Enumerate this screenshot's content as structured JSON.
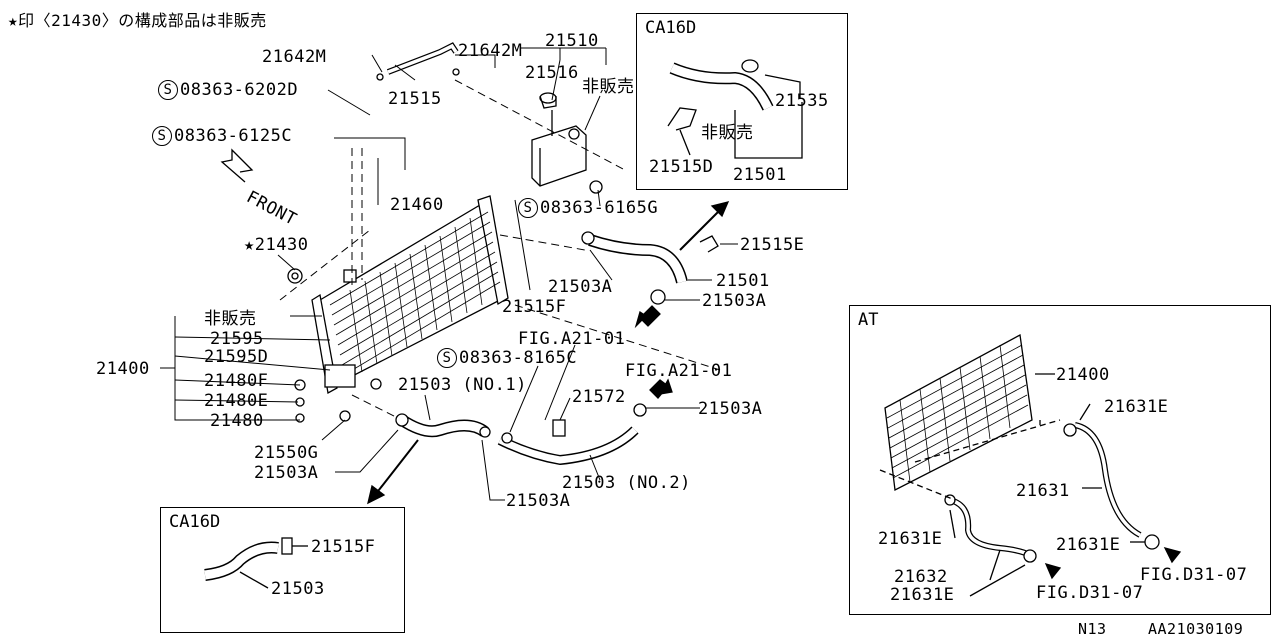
{
  "header_note": "★印〈21430〉の構成部品は非販売",
  "footer": {
    "left": "N13",
    "right": "AA21030109"
  },
  "front_label": "FRONT",
  "main_labels": {
    "p21642m_a": "21642M",
    "p21642m_b": "21642M",
    "p21510": "21510",
    "p21516": "21516",
    "p_hihanbai_top": "非販売",
    "p21515": "21515",
    "s_6202d": "08363-6202D",
    "s_6125c": "08363-6125C",
    "p21460": "21460",
    "s_6165g": "08363-6165G",
    "p21430": "21430",
    "p21515e": "21515E",
    "p21501": "21501",
    "p21503a_1": "21503A",
    "p21503a_2": "21503A",
    "p21515f": "21515F",
    "p_hihanbai_left": "非販売",
    "p21595": "21595",
    "p21400": "21400",
    "p21595d": "21595D",
    "p21480f": "21480F",
    "p21480e": "21480E",
    "p21480": "21480",
    "fig_a21_01_a": "FIG.A21-01",
    "s_8165c": "08363-8165C",
    "fig_a21_01_b": "FIG.A21-01",
    "p21503_no1": "21503 (NO.1)",
    "p21572": "21572",
    "p21503a_3": "21503A",
    "p21550g": "21550G",
    "p21503a_4": "21503A",
    "p21503_no2": "21503 (NO.2)",
    "p21503a_5": "21503A"
  },
  "box_ca16d_top": {
    "title": "CA16D",
    "labels": {
      "p21535": "21535",
      "hihanbai": "非販売",
      "p21515d": "21515D",
      "p21501": "21501"
    }
  },
  "box_ca16d_bottom": {
    "title": "CA16D",
    "labels": {
      "p21515f": "21515F",
      "p21503": "21503"
    }
  },
  "box_at": {
    "title": "AT",
    "labels": {
      "p21400": "21400",
      "p21631e_a": "21631E",
      "p21631": "21631",
      "p21631e_b": "21631E",
      "p21631e_c": "21631E",
      "p21632": "21632",
      "p21631e_d": "21631E",
      "fig_d31_07_a": "FIG.D31-07",
      "fig_d31_07_b": "FIG.D31-07"
    }
  }
}
